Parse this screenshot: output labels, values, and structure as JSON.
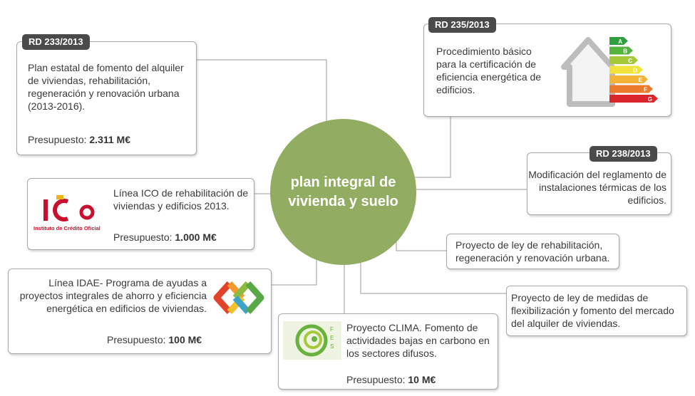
{
  "center": {
    "title": "plan integral de vivienda y suelo"
  },
  "nodes": {
    "rd233": {
      "tag": "RD 233/2013",
      "text": "Plan estatal de fomento del alquiler de viviendas, rehabilitación, regeneración y renovación urbana (2013-2016).",
      "budget_label": "Presupuesto:",
      "budget_value": "2.311 M€"
    },
    "ico": {
      "logo_text": "Instituto de Crédito Oficial",
      "logo_word": "ICO",
      "text": "Línea ICO de rehabilitación de viviendas y edificios 2013.",
      "budget_label": "Presupuesto:",
      "budget_value": "1.000 M€"
    },
    "idae": {
      "text": "Línea IDAE- Programa de ayudas a proyectos integrales de ahorro y eficiencia energética en edificios de viviendas.",
      "budget_label": "Presupuesto:",
      "budget_value": "100 M€"
    },
    "clima": {
      "logo_text": "FES",
      "text": "Proyecto CLIMA. Fomento de actividades bajas en carbono en los sectores difusos.",
      "budget_label": "Presupuesto:",
      "budget_value": "10 M€"
    },
    "rd235": {
      "tag": "RD 235/2013",
      "text": "Procedimiento básico para la certificación de eficiencia energética de edificios.",
      "energy_labels": [
        "A",
        "B",
        "C",
        "D",
        "E",
        "F",
        "G"
      ]
    },
    "rd238": {
      "tag": "RD 238/2013",
      "text": "Modificación del reglamento de instalaciones térmicas de los edificios."
    },
    "rehab_law": {
      "text": "Proyecto de ley de rehabilitación, regeneración y renovación urbana."
    },
    "rental_law": {
      "text": "Proyecto de ley de medidas de flexibilización y fomento del mercado del alquiler de viviendas."
    }
  },
  "colors": {
    "center": "#92ac62",
    "tag": "#4a4a4a",
    "border": "#a8a8a8",
    "ico_red": "#c8102e",
    "energy": [
      "#2e9e3e",
      "#55b440",
      "#a6c93a",
      "#f2e33a",
      "#f5b335",
      "#ec7a2b",
      "#d9252b"
    ]
  }
}
